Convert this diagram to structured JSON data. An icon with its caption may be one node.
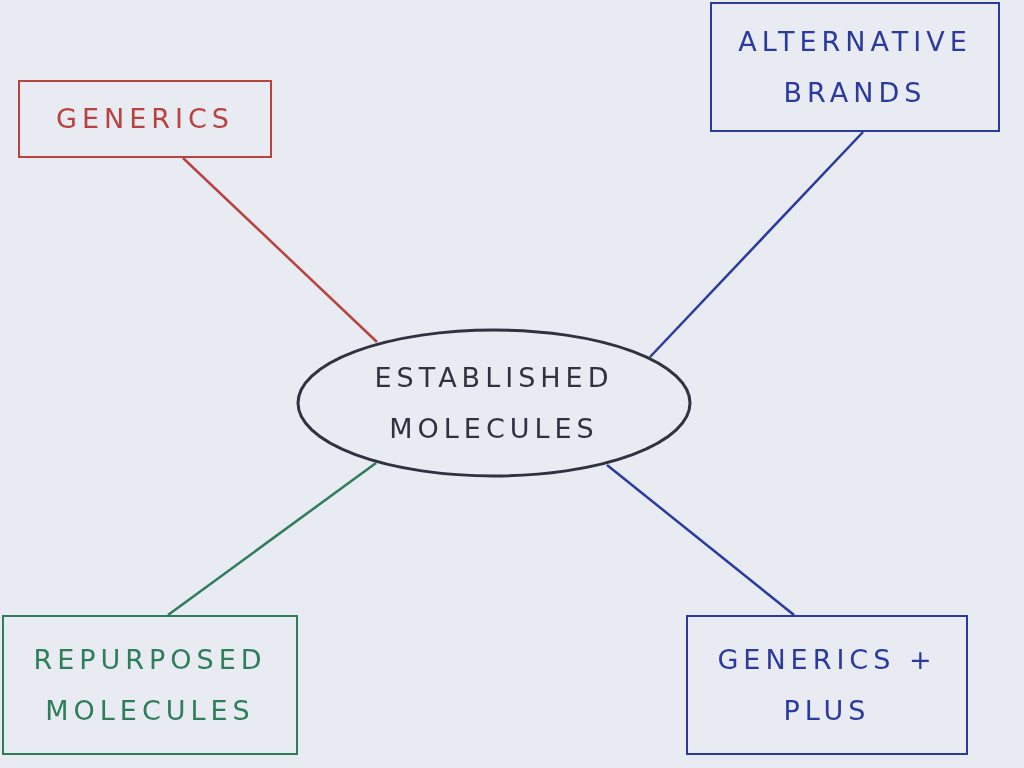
{
  "diagram": {
    "nodes": [
      {
        "text": [
          "GENERICS"
        ]
      },
      {
        "text": [
          "ALTERNATIVE BRANDS"
        ]
      },
      {
        "text": [
          "ESTABLISHED MOLECULES"
        ]
      },
      {
        "text": [
          "REPURPOSED MOLECULES"
        ]
      },
      {
        "text": [
          "GENERICS + PLUS"
        ]
      }
    ],
    "edges": [
      {
        "from": 2,
        "to": 0,
        "arrow": "none",
        "color": "#b8423f"
      },
      {
        "from": 2,
        "to": 1,
        "arrow": "none"
      },
      {
        "from": 2,
        "to": 3,
        "arrow": "none",
        "color": "#2e7d5b"
      },
      {
        "from": 2,
        "to": 4,
        "arrow": "none"
      }
    ]
  }
}
